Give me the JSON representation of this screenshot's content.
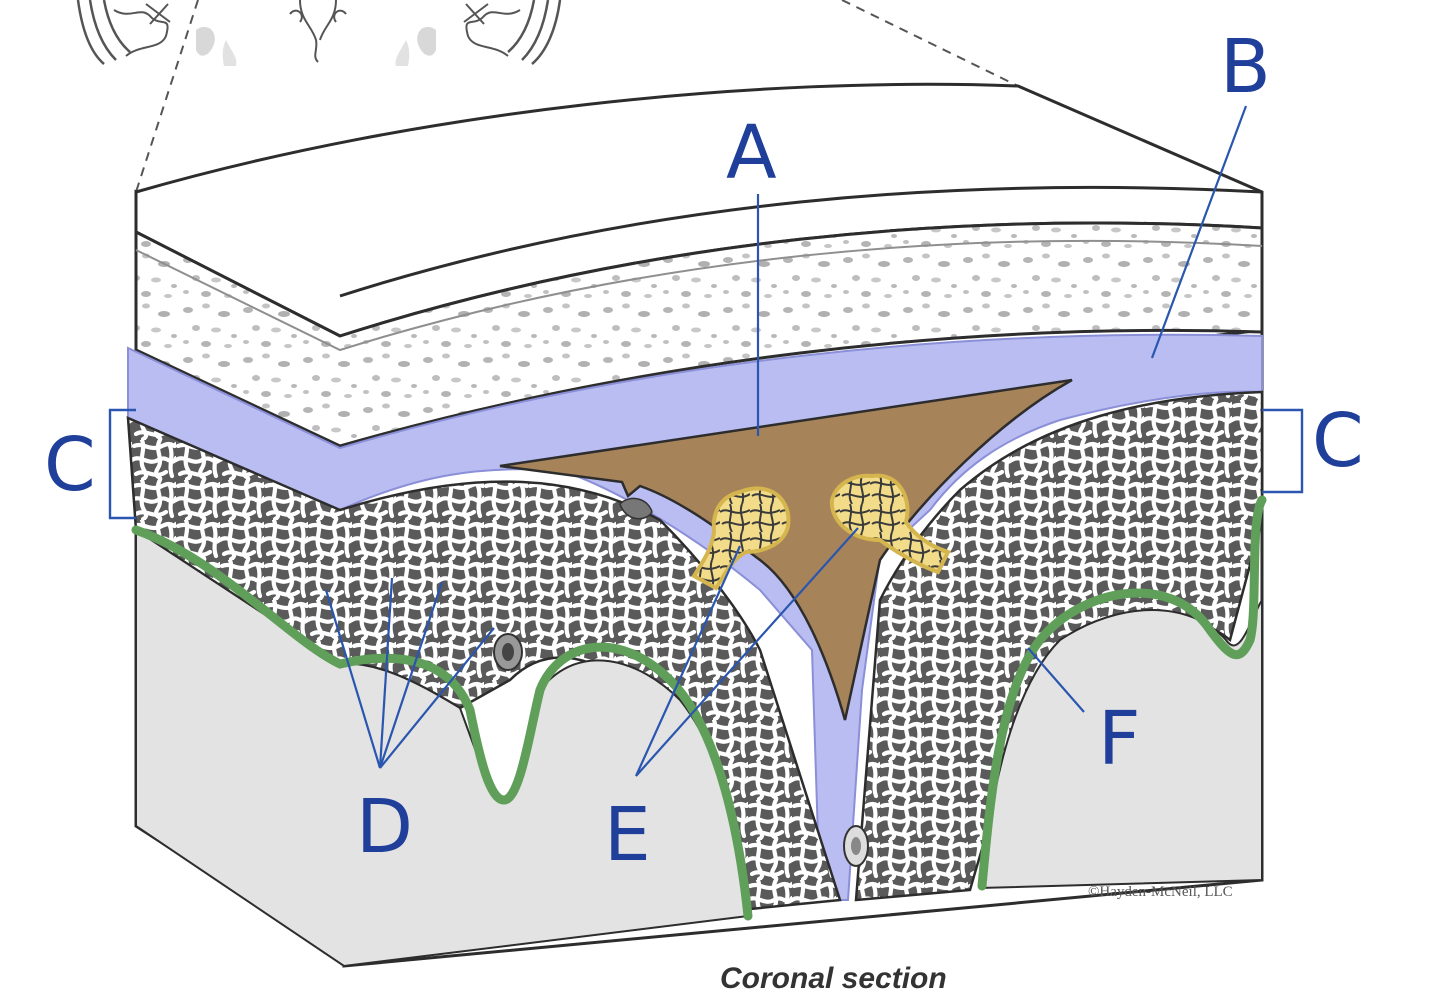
{
  "labels": {
    "A": "A",
    "B": "B",
    "C_left": "C",
    "C_right": "C",
    "D": "D",
    "E": "E",
    "F": "F"
  },
  "caption": "Coronal section",
  "copyright": "©Hayden-McNeil, LLC",
  "colors": {
    "dura": "#b9bdf2",
    "sinus": "#a7835a",
    "granulation": "#f2dc8a",
    "pia": "#5f9f59",
    "bone_outline": "#2d2d2d",
    "cortex": "#e3e3e3",
    "label_ink": "#1f3f9a"
  }
}
